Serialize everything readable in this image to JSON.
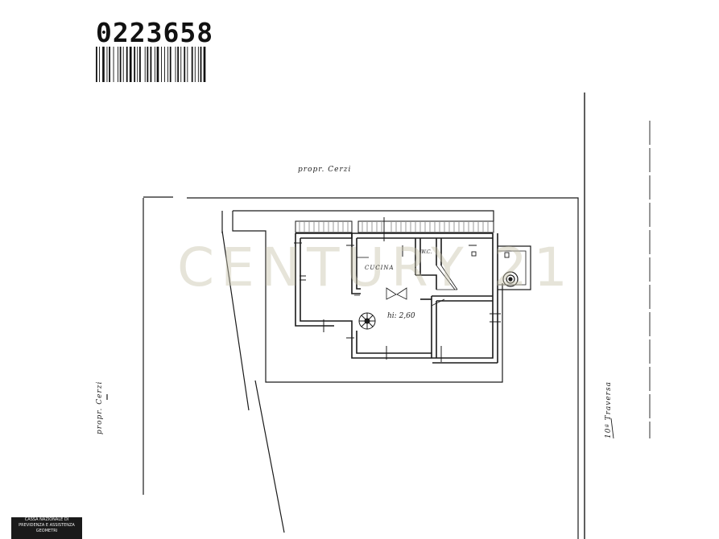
{
  "document": {
    "number": "0223658",
    "barcode_icon": "barcode-icon"
  },
  "labels": {
    "top_neighbor": "propr. Cerzi",
    "left_neighbor": "propr. Cerzi",
    "street": "10ª Traversa",
    "room_kitchen": "CUCINA",
    "room_wc": "W.C.",
    "ceiling_height": "hi: 2,60"
  },
  "watermark": {
    "text": "CENTURY 21"
  },
  "stamp": {
    "line1": "CASSA NAZIONALE DI",
    "line2": "PREVIDENZA E ASSISTENZA",
    "line3": "GEOMETRI"
  },
  "icons": {
    "stair": "spiral-stair-icon",
    "tank": "tank-icon"
  }
}
